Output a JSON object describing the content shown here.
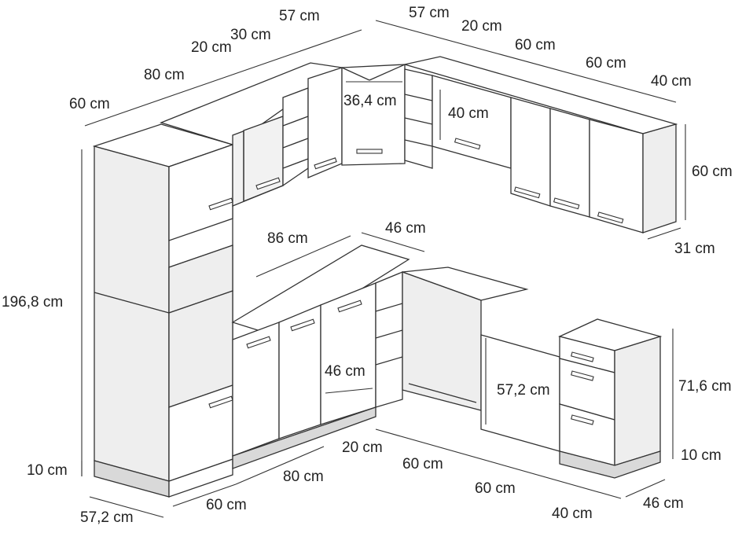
{
  "dimensions": {
    "top_rear_left": "57 cm",
    "top_rear_30": "30 cm",
    "top_rear_20": "20 cm",
    "top_rear_80": "80 cm",
    "top_rear_60": "60 cm",
    "top_right_57": "57 cm",
    "top_right_20": "20 cm",
    "top_right_60a": "60 cm",
    "top_right_60b": "60 cm",
    "top_right_40": "40 cm",
    "corner_door_width": "36,4 cm",
    "wall_cab_depth": "40 cm",
    "wall_cab_height": "60 cm",
    "wall_cab_depth_side": "31 cm",
    "tall_height": "196,8 cm",
    "plinth_left": "10 cm",
    "tall_depth": "57,2 cm",
    "tall_width": "60 cm",
    "counter_depth_86": "86 cm",
    "counter_depth_46": "46 cm",
    "inner_46": "46 cm",
    "base_80": "80 cm",
    "base_20": "20 cm",
    "base_60a": "60 cm",
    "base_60b": "60 cm",
    "base_40": "40 cm",
    "oven_height": "57,2 cm",
    "base_height": "71,6 cm",
    "plinth_right": "10 cm",
    "base_depth": "46 cm"
  }
}
